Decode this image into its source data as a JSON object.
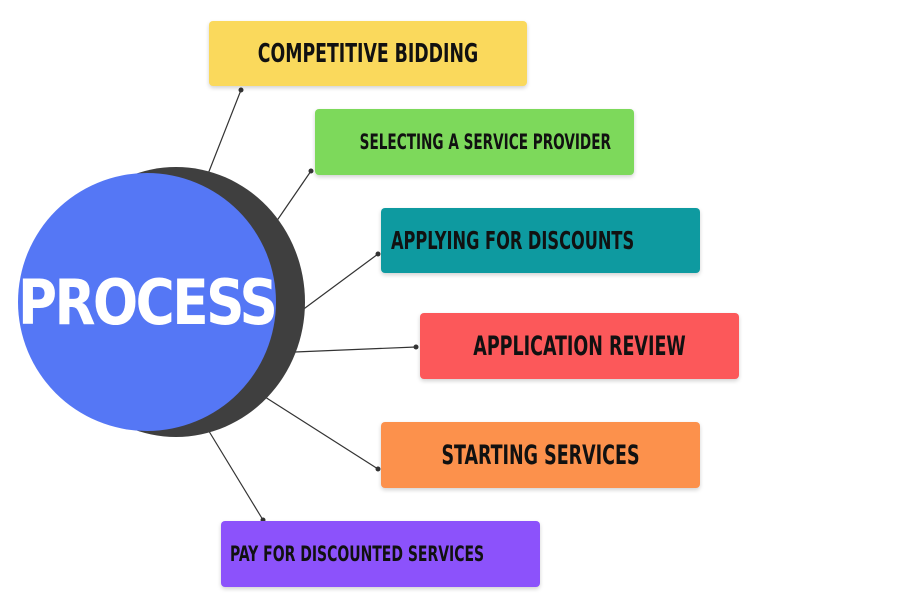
{
  "center": {
    "label": "PROCESS",
    "color": "#5577f5",
    "shadow_color": "#3f3f3f"
  },
  "steps": [
    {
      "label": "COMPETITIVE BIDDING",
      "color": "#fad95c"
    },
    {
      "label": "SELECTING A SERVICE PROVIDER",
      "color": "#7dd95b"
    },
    {
      "label": "APPLYING FOR DISCOUNTS",
      "color": "#0e9aa0"
    },
    {
      "label": "APPLICATION REVIEW",
      "color": "#fc585a"
    },
    {
      "label": "STARTING SERVICES",
      "color": "#fc914c"
    },
    {
      "label": "PAY FOR DISCOUNTED SERVICES",
      "color": "#8c52fb"
    }
  ],
  "connector_color": "#333333"
}
